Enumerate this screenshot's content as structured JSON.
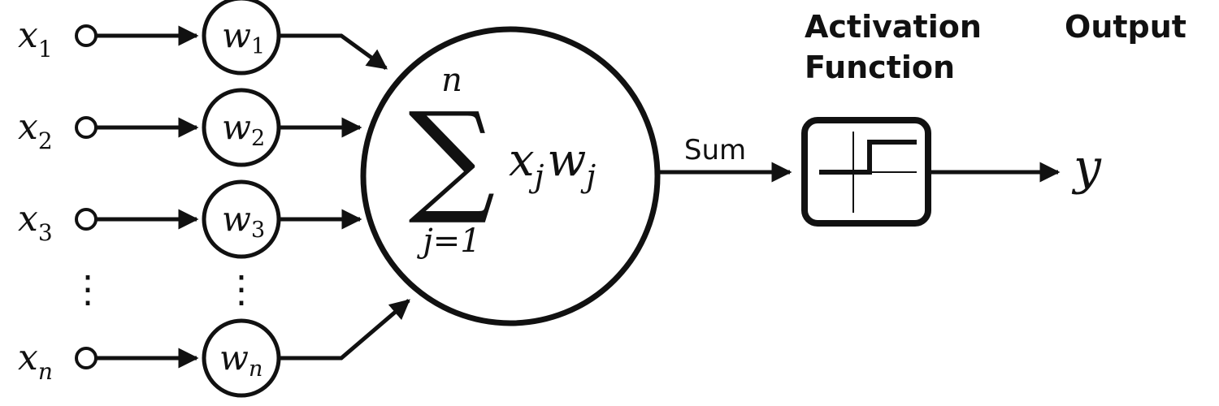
{
  "inputs": [
    {
      "base": "x",
      "sub": "1"
    },
    {
      "base": "x",
      "sub": "2"
    },
    {
      "base": "x",
      "sub": "3"
    },
    {
      "base": "x",
      "sub": "n"
    }
  ],
  "weights": [
    {
      "base": "w",
      "sub": "1"
    },
    {
      "base": "w",
      "sub": "2"
    },
    {
      "base": "w",
      "sub": "3"
    },
    {
      "base": "w",
      "sub": "n"
    }
  ],
  "ellipsis": "⋮",
  "summation": {
    "symbol": "∑",
    "upper": "n",
    "lower": "j=1",
    "term_x": "x",
    "term_x_sub": "j",
    "term_w": "w",
    "term_w_sub": "j"
  },
  "sum_label": "Sum",
  "activation": {
    "title_line1": "Activation",
    "title_line2": "Function"
  },
  "output": {
    "title": "Output",
    "symbol": "y"
  }
}
